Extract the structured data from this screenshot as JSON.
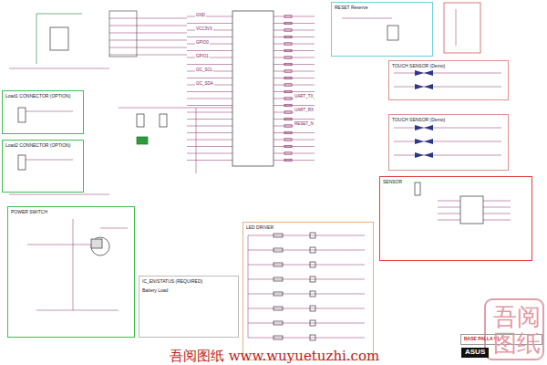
{
  "diagram": {
    "nodes": [
      {
        "text": [
          "RESET Reserve"
        ]
      },
      {
        "text": [
          "Load1 CONNECTOR (OPTION)"
        ]
      },
      {
        "text": [
          "Load2 CONNECTOR (OPTION)"
        ]
      },
      {
        "text": [
          "POWER SWITCH"
        ]
      },
      {
        "text": [
          "IC_EN/STATUS (REQUIRED)",
          "Battery Load"
        ]
      },
      {
        "text": [
          "LED DRIVER"
        ]
      },
      {
        "text": [
          "TOUCH SENSOR (Demo)"
        ]
      },
      {
        "text": [
          "TOUCH SENSOR (Demo)"
        ]
      },
      {
        "text": [
          "SENSOR"
        ]
      },
      {
        "text": [
          "BASE PALLA V1"
        ]
      }
    ],
    "labels": [
      "吾阅图纸 www.wuyuetuzhi.com",
      "吾阅图纸",
      "ASUS",
      "GND",
      "VCC3V3",
      "GPIO0",
      "GPIO1",
      "I2C_SCL",
      "I2C_SDA",
      "UART_TX",
      "UART_RX",
      "RESET_N"
    ]
  }
}
